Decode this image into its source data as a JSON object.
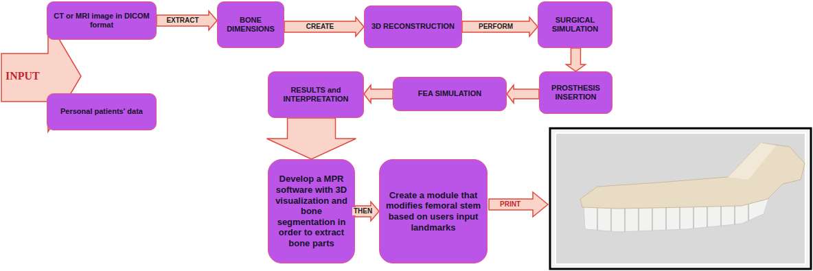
{
  "diagram": {
    "nodes": [
      {
        "text": [
          "CT or MRI image in DICOM format"
        ]
      },
      {
        "text": [
          "BONE DIMENSIONS"
        ]
      },
      {
        "text": [
          "3D RECONSTRUCTION"
        ]
      },
      {
        "text": [
          "SURGICAL SIMULATION"
        ]
      },
      {
        "text": [
          "Personal patients' data"
        ]
      },
      {
        "text": [
          "PROSTHESIS INSERTION"
        ]
      },
      {
        "text": [
          "FEA SIMULATION"
        ]
      },
      {
        "text": [
          "RESULTS and INTERPRETATION"
        ]
      },
      {
        "text": [
          "Develop a MPR software with 3D visualization and bone segmentation in order to extract bone parts"
        ]
      },
      {
        "text": [
          "Create a module that modifies femoral stem based on users input landmarks"
        ]
      }
    ],
    "edges": [
      {
        "from": 0,
        "to": 1,
        "label": "EXTRACT",
        "arrow": "to"
      },
      {
        "from": 1,
        "to": 2,
        "label": "CREATE",
        "arrow": "to"
      },
      {
        "from": 2,
        "to": 3,
        "label": "PERFORM",
        "arrow": "to"
      },
      {
        "from": 3,
        "to": 5,
        "arrow": "to"
      },
      {
        "from": 5,
        "to": 6,
        "arrow": "to"
      },
      {
        "from": 6,
        "to": 7,
        "arrow": "to"
      },
      {
        "from": 7,
        "to": 8,
        "arrow": "to"
      },
      {
        "from": 8,
        "to": 9,
        "label": "THEN",
        "arrow": "to"
      }
    ],
    "labels": [
      "INPUT",
      "PRINT"
    ]
  }
}
